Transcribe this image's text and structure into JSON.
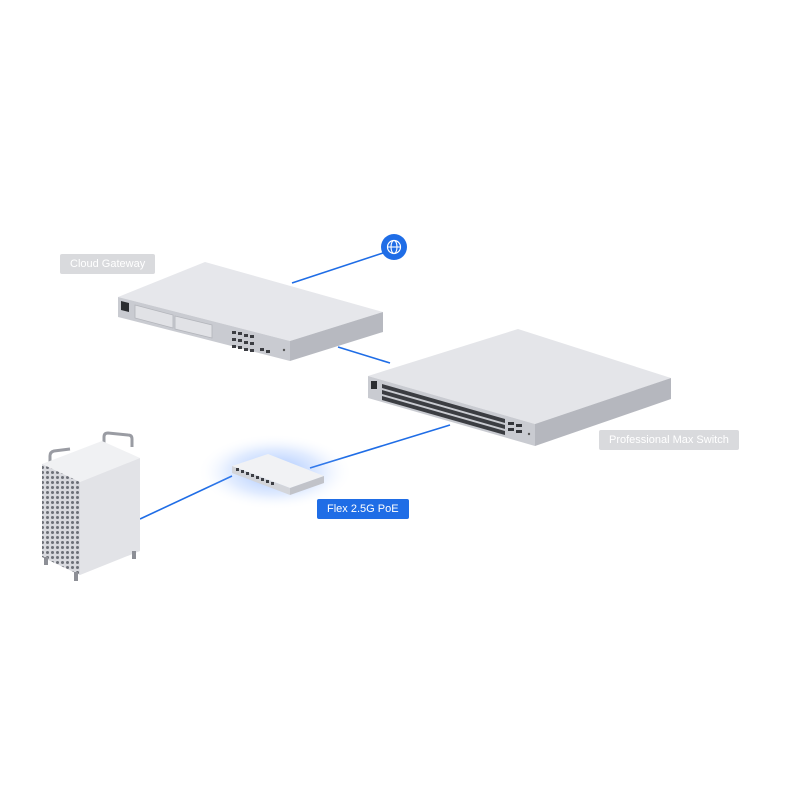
{
  "labels": {
    "cloud_gateway": "Cloud Gateway",
    "professional_max_switch": "Professional Max Switch",
    "flex_poe": "Flex 2.5G PoE"
  },
  "icons": {
    "internet": "globe-icon"
  },
  "colors": {
    "link": "#1f6de6",
    "label_gray": "#d9dadd",
    "label_blue": "#1f6de6",
    "device_body": "#e4e5e9"
  }
}
